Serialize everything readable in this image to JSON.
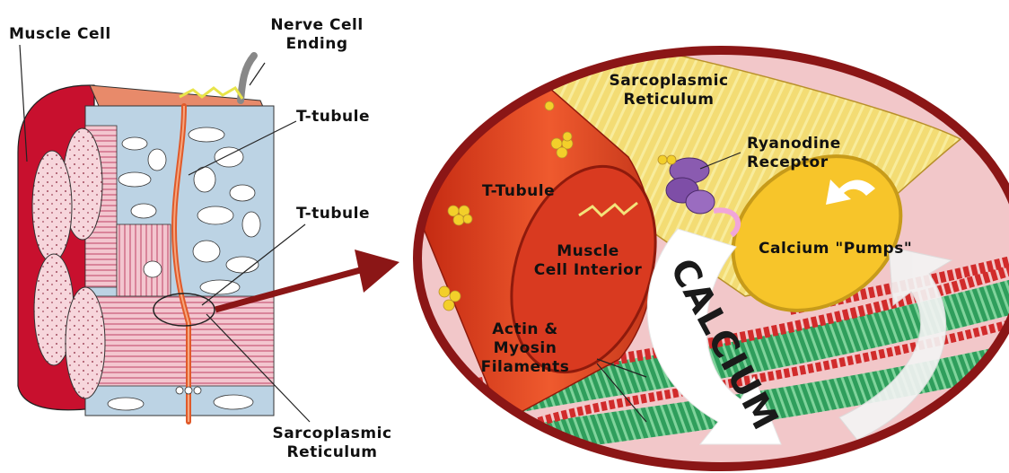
{
  "labels": {
    "muscle_cell": "Muscle Cell",
    "nerve_cell_ending": "Nerve Cell\nEnding",
    "t_tubule_upper": "T-tubule",
    "t_tubule_lower": "T-tubule",
    "sarcoplasmic_reticulum_left": "Sarcoplasmic\nReticulum",
    "sarcoplasmic_reticulum_right": "Sarcoplasmic\nReticulum",
    "ryanodine_receptor": "Ryanodine\nReceptor",
    "t_tubule_right": "T-Tubule",
    "muscle_cell_interior": "Muscle\nCell Interior",
    "calcium_pumps": "Calcium \"Pumps\"",
    "actin_myosin": "Actin &\nMyosin\nFilaments",
    "calcium_arrow": "CALCIUM"
  },
  "colors": {
    "membrane_red": "#c8102e",
    "sr_blue": "#bcd3e4",
    "fiber_pink": "#e7a3b0",
    "tubule_orange": "#e05a2a",
    "sr_yellow": "#f1d35a",
    "receptor_purple": "#8a5bb0",
    "actin_red": "#d12b2b",
    "myosin_green": "#2e9c5a",
    "oval_border": "#8b1616",
    "oval_fill": "#f2c7c9"
  }
}
